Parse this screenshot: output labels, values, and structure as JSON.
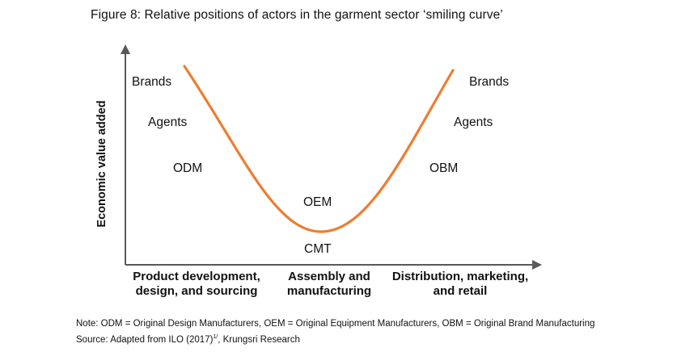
{
  "title": "Figure 8: Relative positions of actors in the garment sector ‘smiling curve’",
  "axis": {
    "y_label": "Economic value added"
  },
  "x_categories": [
    {
      "line1": "Product development,",
      "line2": "design, and sourcing"
    },
    {
      "line1": "Assembly and",
      "line2": "manufacturing"
    },
    {
      "line1": "Distribution, marketing,",
      "line2": "and retail"
    }
  ],
  "left_labels": [
    "Brands",
    "Agents",
    "ODM"
  ],
  "right_labels": [
    "Brands",
    "Agents",
    "OBM"
  ],
  "center_labels": {
    "upper": "OEM",
    "lower": "CMT"
  },
  "curve_color": "#ED7D31",
  "axis_color": "#595959",
  "note": "Note: ODM = Original Design Manufacturers, OEM = Original Equipment Manufacturers, OBM = Original Brand Manufacturing",
  "source": {
    "text": "Source: Adapted from ILO (2017)",
    "superscript": "1/",
    "suffix": ", Krungsri Research"
  }
}
